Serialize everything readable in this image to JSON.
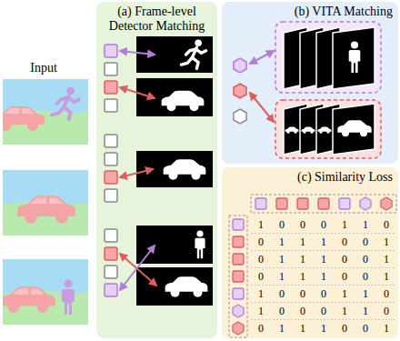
{
  "diagram": {
    "nodes": [
      {
        "text": [
          "(a) Frame-level Detector Matching"
        ]
      },
      {
        "text": [
          "(b) VITA Matching"
        ]
      },
      {
        "text": [
          "(c) Similarity Loss"
        ]
      }
    ],
    "labels": [
      "Input",
      "1",
      "0",
      "0",
      "0",
      "1",
      "1",
      "0",
      "0",
      "1",
      "1",
      "1",
      "0",
      "0",
      "1",
      "0",
      "1",
      "1",
      "1",
      "0",
      "0",
      "1",
      "0",
      "1",
      "1",
      "1",
      "0",
      "0",
      "1",
      "1",
      "0",
      "0",
      "0",
      "1",
      "1",
      "0",
      "1",
      "0",
      "0",
      "0",
      "1",
      "1",
      "0",
      "0",
      "1",
      "1",
      "1",
      "0",
      "0",
      "1"
    ]
  }
}
